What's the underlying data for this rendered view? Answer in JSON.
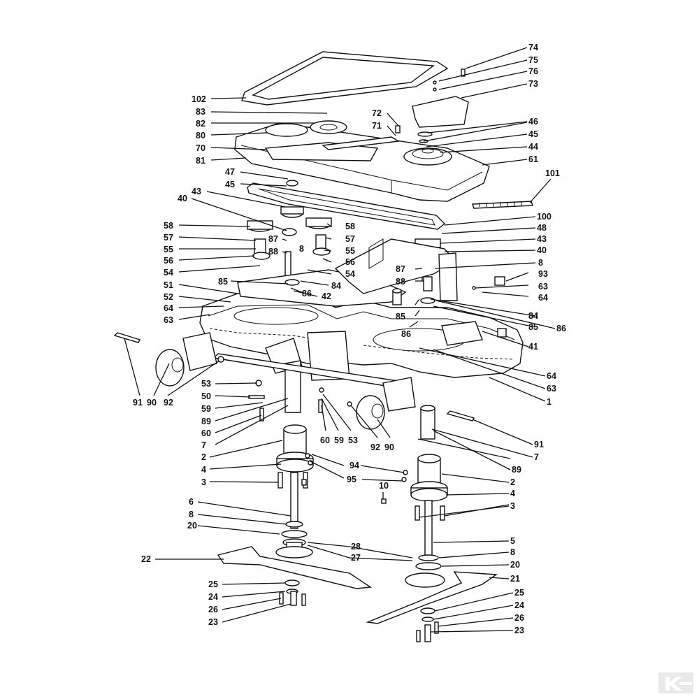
{
  "diagram": {
    "labels": [
      "74",
      "75",
      "76",
      "73",
      "102",
      "83",
      "82",
      "80",
      "70",
      "81",
      "72",
      "71",
      "46",
      "45",
      "44",
      "61",
      "47",
      "45",
      "101",
      "43",
      "40",
      "100",
      "48",
      "43",
      "40",
      "58",
      "57",
      "55",
      "56",
      "54",
      "87",
      "88",
      "8",
      "58",
      "57",
      "55",
      "56",
      "54",
      "87",
      "88",
      "8",
      "93",
      "63",
      "64",
      "85",
      "84",
      "42",
      "86",
      "51",
      "52",
      "64",
      "63",
      "85",
      "84",
      "86",
      "84",
      "85",
      "86",
      "41",
      "64",
      "63",
      "1",
      "91",
      "90",
      "92",
      "53",
      "50",
      "59",
      "89",
      "60",
      "7",
      "60",
      "59",
      "53",
      "92",
      "90",
      "91",
      "7",
      "89",
      "2",
      "4",
      "3",
      "94",
      "95",
      "2",
      "10",
      "4",
      "3",
      "6",
      "8",
      "20",
      "5",
      "28",
      "27",
      "8",
      "20",
      "22",
      "21",
      "25",
      "24",
      "26",
      "23",
      "25",
      "24",
      "26",
      "23"
    ]
  }
}
